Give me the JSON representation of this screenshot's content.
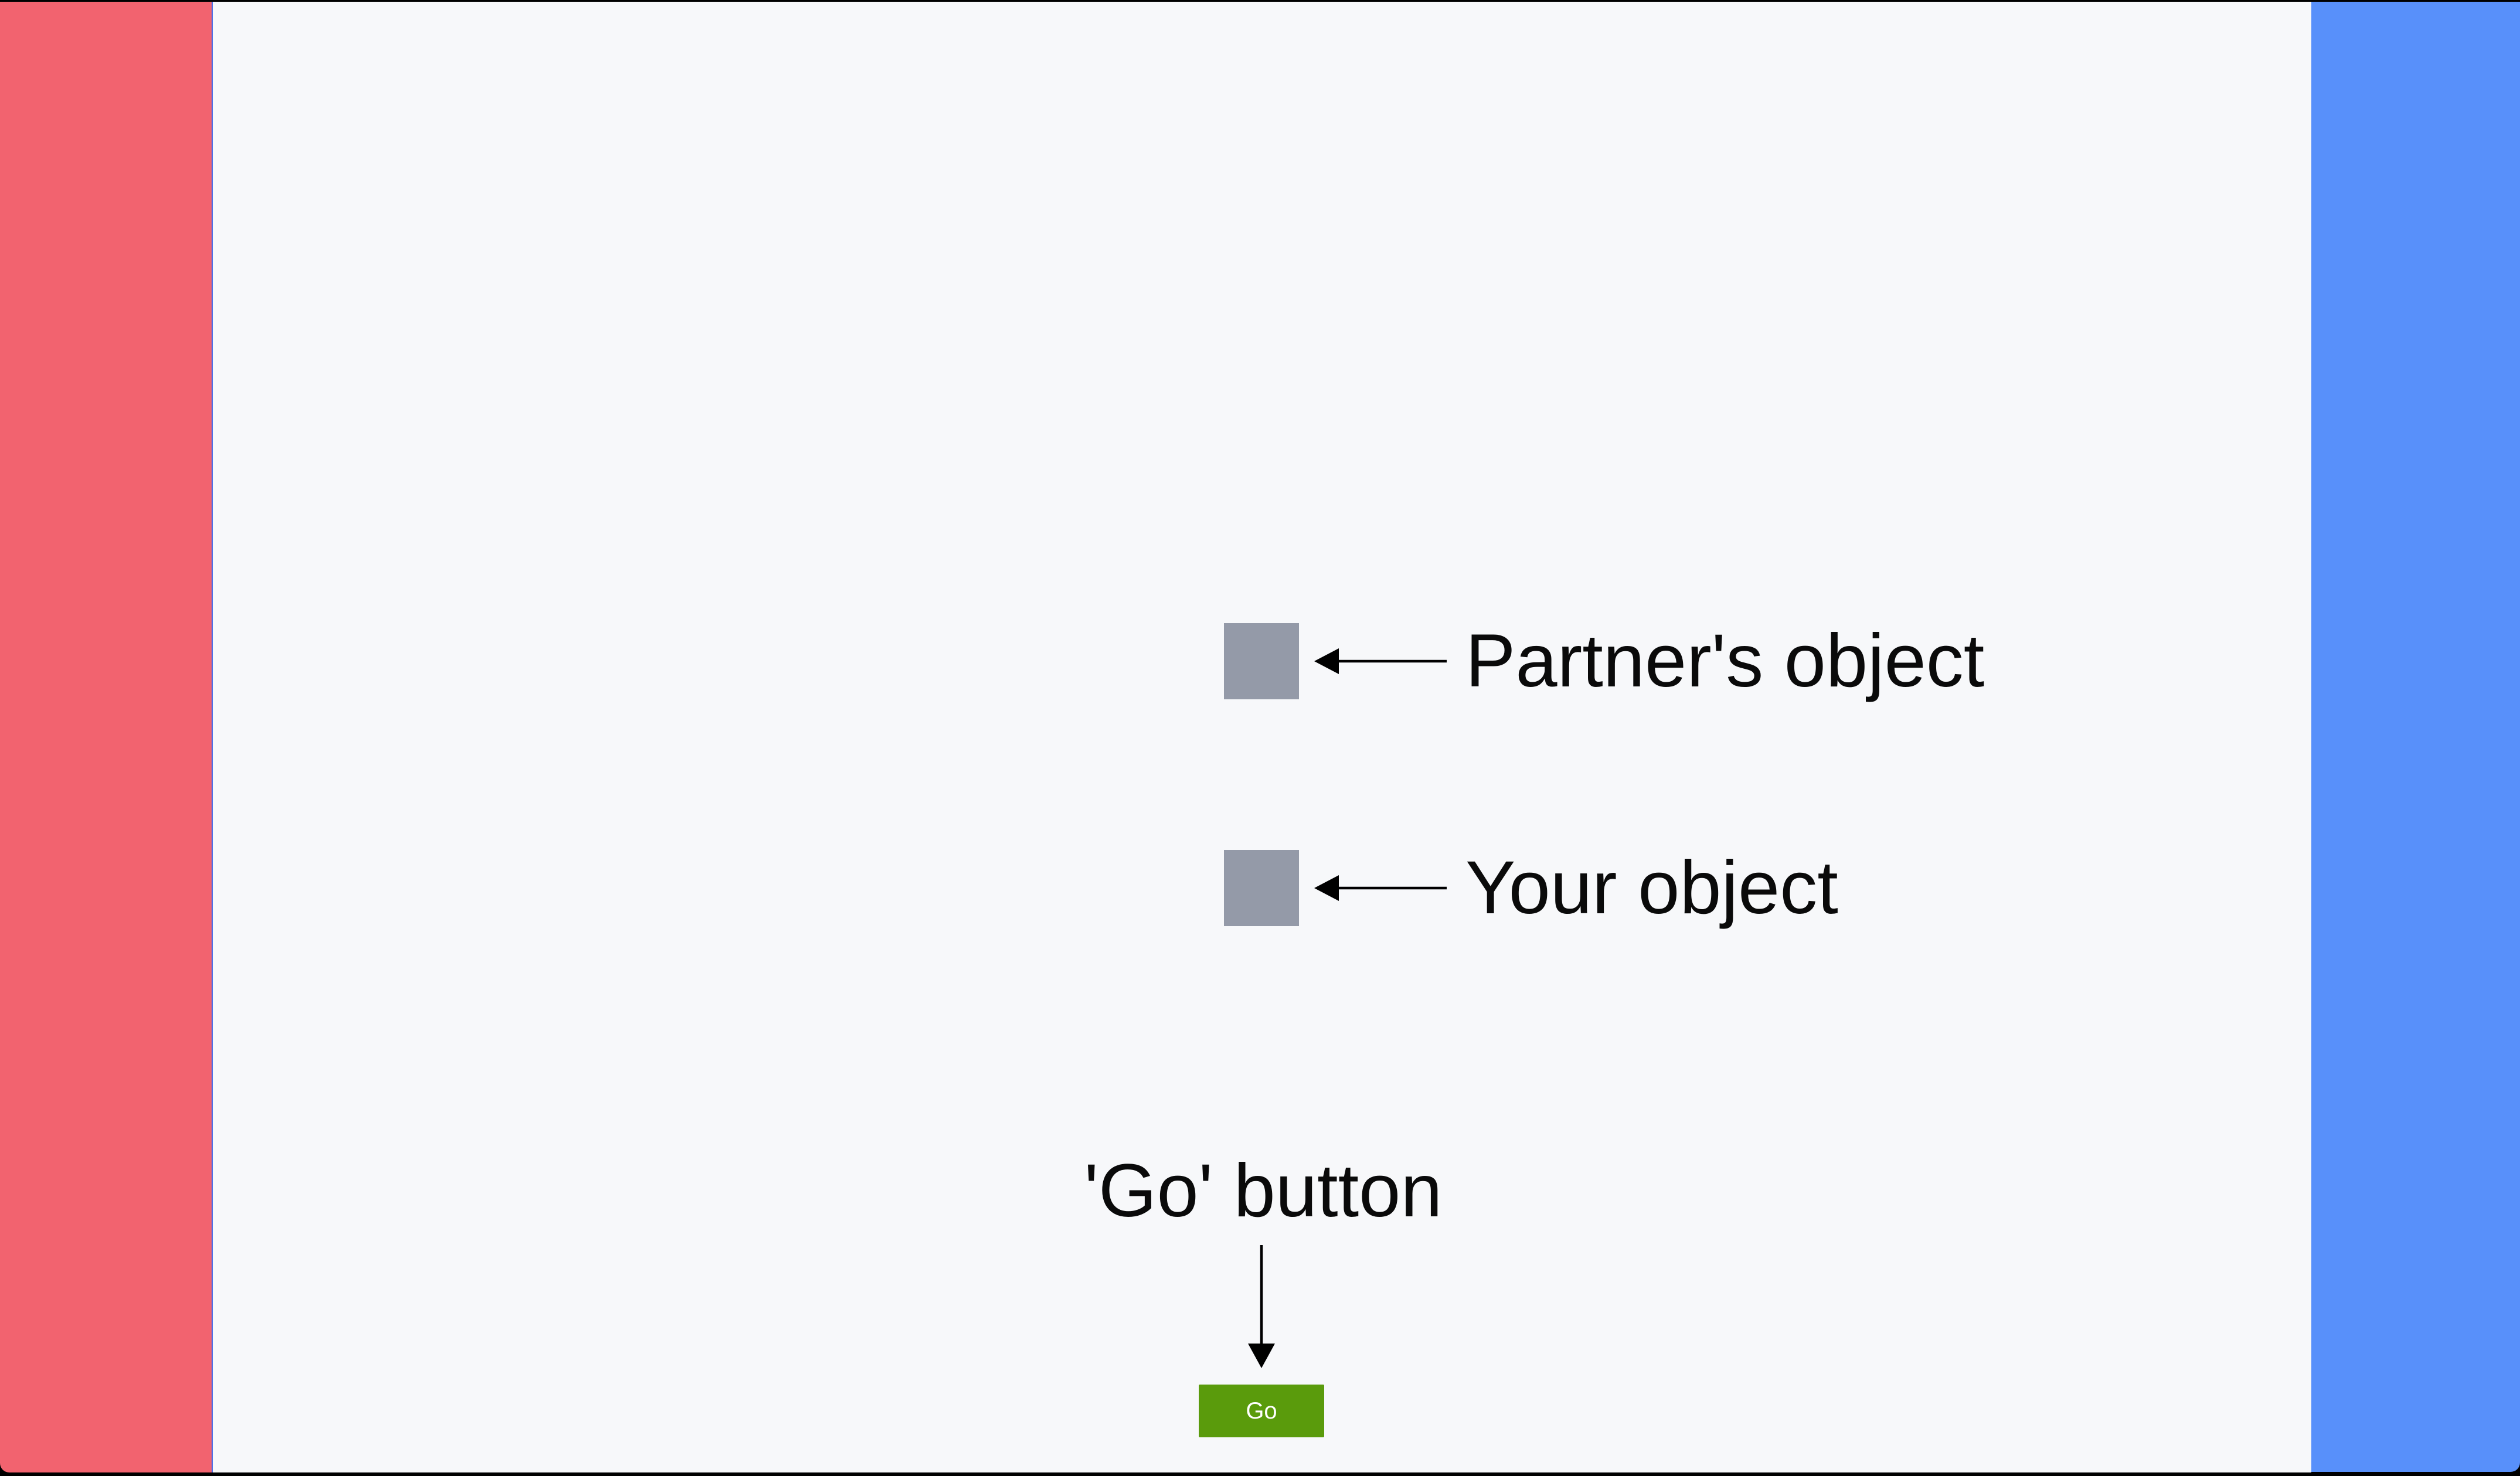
{
  "annotations": {
    "partner_object": {
      "label": "Partner's object"
    },
    "your_object": {
      "label": "Your object"
    },
    "go_button_caption": "'Go' button"
  },
  "button": {
    "label": "Go"
  },
  "icons": {
    "partner_pointer": "left-arrow-icon",
    "your_pointer": "left-arrow-icon",
    "go_pointer": "down-arrow-icon"
  },
  "colors": {
    "left_panel": "#f2636f",
    "right_panel": "#5890fa",
    "main_bg": "#f7f8fa",
    "object_color": "#949aa8",
    "button_color": "#5a9b0c",
    "button_text_color": "#ffffff",
    "divider": "#4a6fe8",
    "frame": "#000000",
    "arrow_color": "#000000",
    "label_color": "#0a0a0a"
  }
}
